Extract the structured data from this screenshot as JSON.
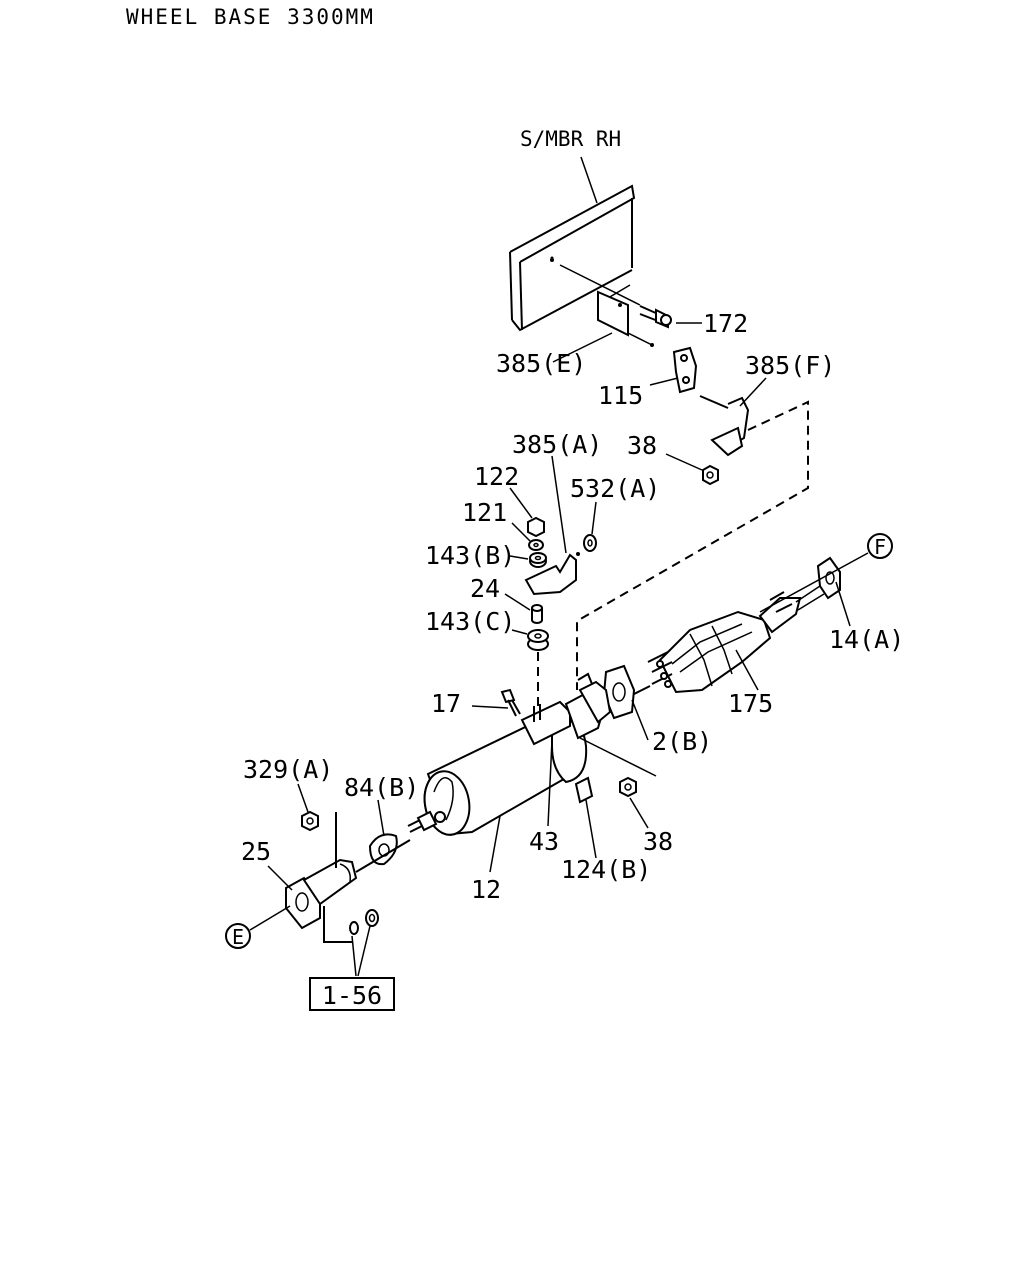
{
  "header": {
    "title": "WHEEL BASE 3300MM"
  },
  "frame_label": "S/MBR RH",
  "parts": {
    "p172": "172",
    "p385E": "385(E)",
    "p115": "115",
    "p385F": "385(F)",
    "p38_top": "38",
    "p385A": "385(A)",
    "p122": "122",
    "p532A": "532(A)",
    "p121": "121",
    "p143B": "143(B)",
    "p24": "24",
    "p143C": "143(C)",
    "p14A": "14(A)",
    "p17": "17",
    "p175": "175",
    "p2B": "2(B)",
    "p329A": "329(A)",
    "p84B": "84(B)",
    "p25": "25",
    "p43": "43",
    "p38_bot": "38",
    "p124B": "124(B)",
    "p12": "12"
  },
  "callouts": {
    "F": "F",
    "E": "E"
  },
  "reference_box": "1-56"
}
